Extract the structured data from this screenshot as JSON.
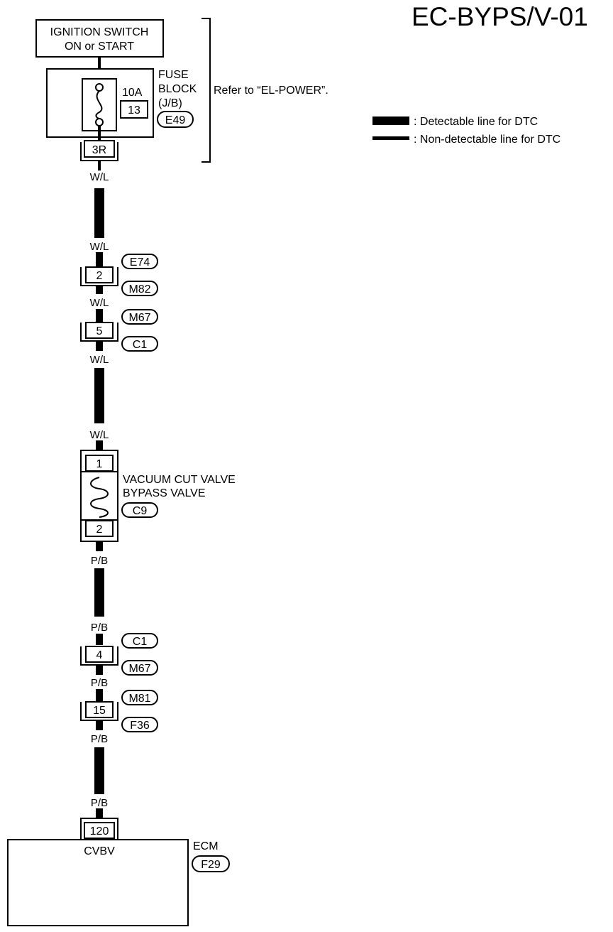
{
  "page_title": "EC-BYPS/V-01",
  "power_source": {
    "line1": "IGNITION SWITCH",
    "line2": "ON or START"
  },
  "fuse_block": {
    "line1": "FUSE",
    "line2": "BLOCK",
    "line3": "(J/B)",
    "fuse_rating": "10A",
    "fuse_number": "13",
    "connector_id": "E49",
    "terminal": "3R"
  },
  "refer_note": "Refer to “EL-POWER”.",
  "legend": {
    "detectable": ": Detectable line for DTC",
    "non_detectable": ": Non-detectable line for DTC"
  },
  "wire_colors": {
    "upper": "W/L",
    "lower": "P/B"
  },
  "joints": [
    {
      "terminal": "2",
      "connector_top": "E74",
      "connector_bottom": "M82"
    },
    {
      "terminal": "5",
      "connector_top": "M67",
      "connector_bottom": "C1"
    },
    {
      "terminal": "4",
      "connector_top": "C1",
      "connector_bottom": "M67"
    },
    {
      "terminal": "15",
      "connector_top": "M81",
      "connector_bottom": "F36"
    }
  ],
  "valve": {
    "line1": "VACUUM CUT VALVE",
    "line2": "BYPASS VALVE",
    "connector_id": "C9",
    "terminal_in": "1",
    "terminal_out": "2"
  },
  "ecm": {
    "label": "ECM",
    "connector_id": "F29",
    "terminal": "120",
    "pin_name": "CVBV"
  },
  "colors": {
    "line": "#000000",
    "background": "#ffffff"
  }
}
